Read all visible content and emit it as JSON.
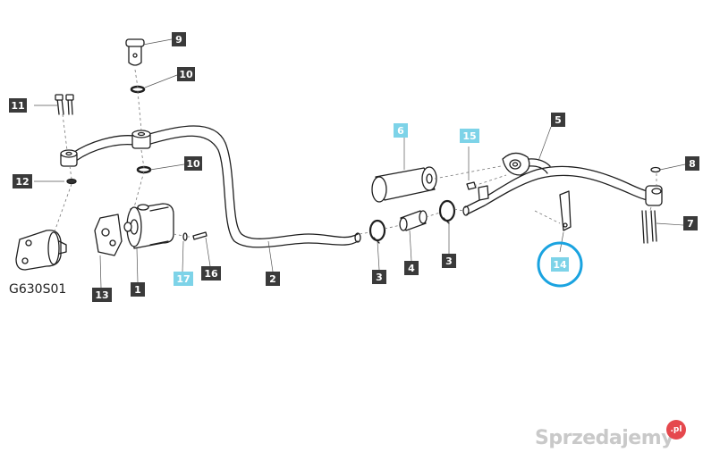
{
  "diagram": {
    "code": "G630S01",
    "labels": [
      "1",
      "2",
      "3",
      "3",
      "4",
      "5",
      "6",
      "8",
      "9",
      "10",
      "10",
      "11",
      "12",
      "13",
      "14",
      "15",
      "16",
      "17",
      "7"
    ],
    "label_styles": {
      "dark": "#3a3a3a",
      "cyan": "#7dd3e8"
    },
    "highlight_color": "#1aa3e0"
  },
  "watermark": {
    "text": "Sprzedajemy",
    "badge": ".pl"
  }
}
